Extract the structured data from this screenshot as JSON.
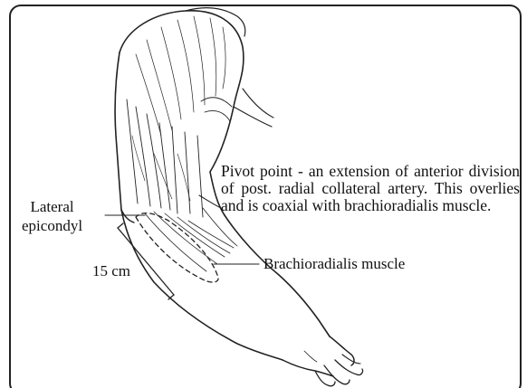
{
  "labels": {
    "pivot_point": "Pivot point - an extension of anterior division of post. radial collateral artery. This overlies and is coaxial with brachioradialis muscle.",
    "lateral_line1": "Lateral",
    "lateral_line2": "epicondyl",
    "length": "15 cm",
    "brachioradialis": "Brachioradialis muscle"
  },
  "colors": {
    "ink": "#111111",
    "frame": "#222222",
    "background": "#ffffff"
  }
}
